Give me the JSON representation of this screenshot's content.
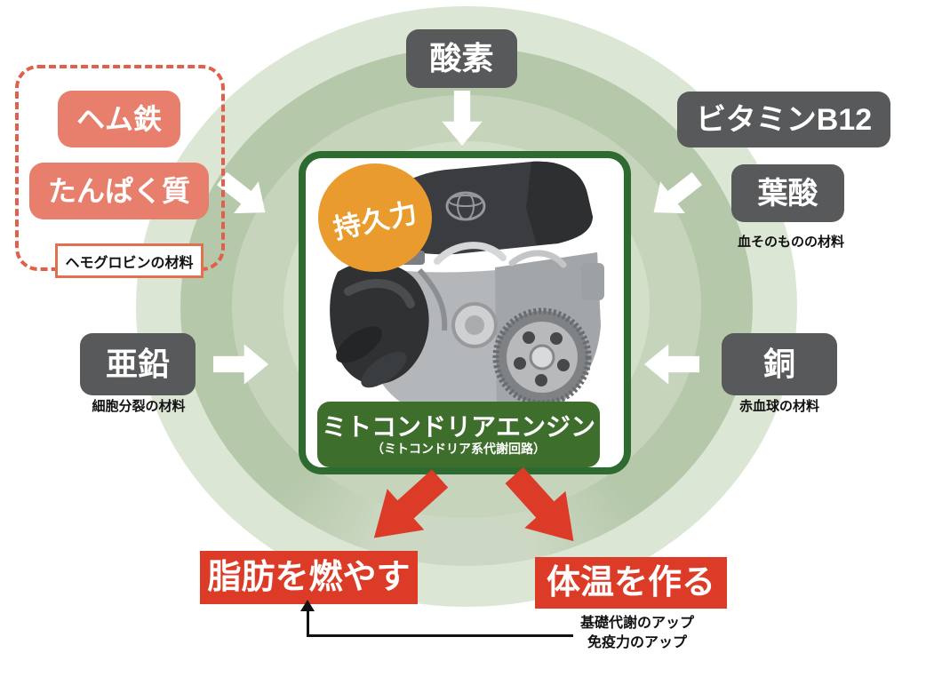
{
  "inputs": {
    "oxygen": "酸素",
    "heme_iron": "ヘム鉄",
    "protein": "たんぱく質",
    "hemoglobin_note": "ヘモグロビンの材料",
    "vitamin_b12": "ビタミンB12",
    "folate": "葉酸",
    "blood_note": "血そのものの材料",
    "zinc": "亜鉛",
    "cell_division_note": "細胞分裂の材料",
    "copper": "銅",
    "red_blood_cell_note": "赤血球の材料"
  },
  "center": {
    "endurance_badge": "持久力",
    "engine_title": "ミトコンドリアエンジン",
    "engine_subtitle": "（ミトコンドリア系代謝回路）"
  },
  "outputs": {
    "burn_fat": "脂肪を燃やす",
    "make_body_heat": "体温を作る",
    "benefit_notes": [
      "基礎代謝のアップ",
      "免疫力のアップ"
    ]
  },
  "colors": {
    "node_gray": "#58595b",
    "salmon": "#e87e6c",
    "salmon_border": "#e0604c",
    "red": "#dc3b28",
    "orange_badge": "#e99b2e",
    "green_border": "#2e6b31",
    "green_label": "#3e6e2b",
    "ring_outer": "#dce6d4",
    "ring_dark": "#b5c8aa",
    "ring_mid": "#c7d4bc",
    "ring_inner": "#d4dfc9"
  }
}
